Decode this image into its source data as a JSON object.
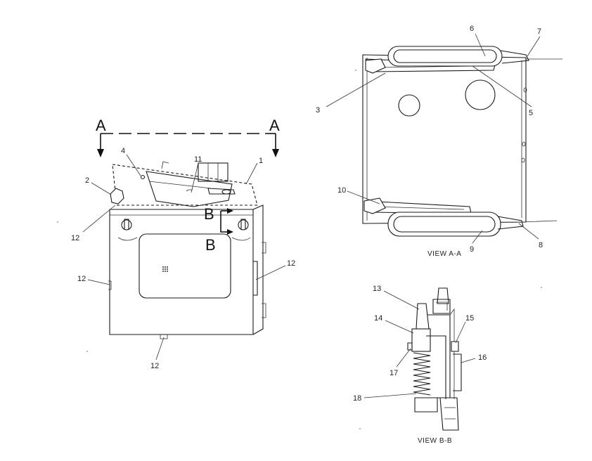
{
  "section_marks": {
    "a_left": "A",
    "a_right": "A",
    "b_top": "B",
    "b_bottom": "B"
  },
  "callouts": {
    "main": [
      {
        "id": "c1",
        "label": "1"
      },
      {
        "id": "c2",
        "label": "2"
      },
      {
        "id": "c4",
        "label": "4"
      },
      {
        "id": "c11",
        "label": "11"
      },
      {
        "id": "c12a",
        "label": "12"
      },
      {
        "id": "c12b",
        "label": "12"
      },
      {
        "id": "c12c",
        "label": "12"
      },
      {
        "id": "c12d",
        "label": "12"
      }
    ],
    "view_a": [
      {
        "id": "c3",
        "label": "3"
      },
      {
        "id": "c5",
        "label": "5"
      },
      {
        "id": "c6",
        "label": "6"
      },
      {
        "id": "c7",
        "label": "7"
      },
      {
        "id": "c8",
        "label": "8"
      },
      {
        "id": "c9",
        "label": "9"
      },
      {
        "id": "c10",
        "label": "10"
      }
    ],
    "view_b": [
      {
        "id": "c13",
        "label": "13"
      },
      {
        "id": "c14",
        "label": "14"
      },
      {
        "id": "c15",
        "label": "15"
      },
      {
        "id": "c16",
        "label": "16"
      },
      {
        "id": "c17",
        "label": "17"
      },
      {
        "id": "c18",
        "label": "18"
      }
    ]
  },
  "view_titles": {
    "view_a": "VIEW  A-A",
    "view_b": "VIEW  B-B"
  }
}
